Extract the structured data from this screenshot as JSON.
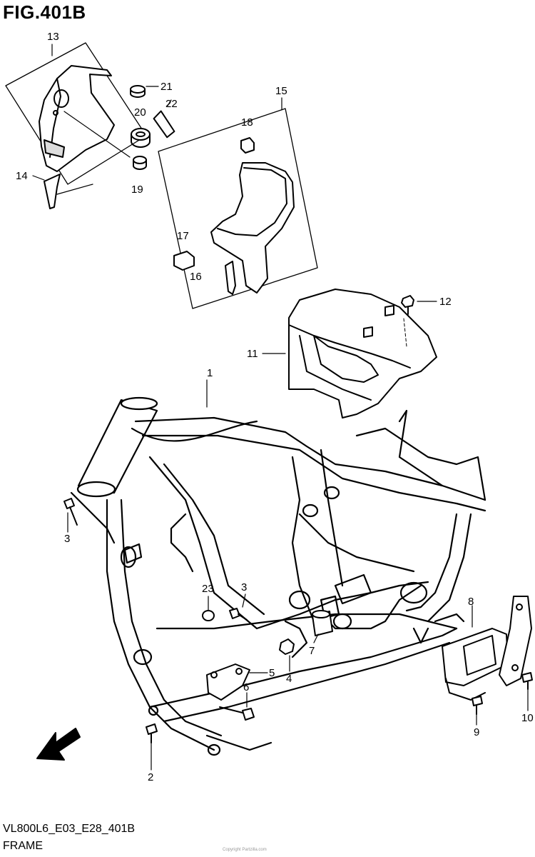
{
  "figure": {
    "title": "FIG.401B",
    "code": "VL800L6_E03_E28_401B",
    "section": "FRAME",
    "fwd_label": "FWD",
    "watermark": "Copyright Partzilla.com"
  },
  "part_labels": {
    "p1": "1",
    "p2": "2",
    "p3a": "3",
    "p3b": "3",
    "p4": "4",
    "p5": "5",
    "p6": "6",
    "p7": "7",
    "p8": "8",
    "p9": "9",
    "p10": "10",
    "p11": "11",
    "p12": "12",
    "p13": "13",
    "p14": "14",
    "p15": "15",
    "p16": "16",
    "p17": "17",
    "p18": "18",
    "p19": "19",
    "p20": "20",
    "p21": "21",
    "p22": "22",
    "p23": "23"
  }
}
